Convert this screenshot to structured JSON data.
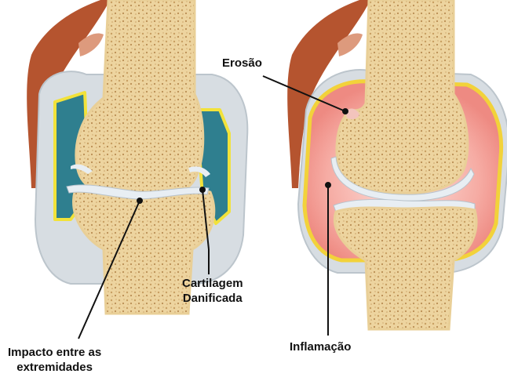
{
  "labels": {
    "erosao": "Erosão",
    "cartilagem_line1": "Cartilagem",
    "cartilagem_line2": "Danificada",
    "impacto_line1": "Impacto entre as",
    "impacto_line2": "extremidades",
    "inflamacao": "Inflamação"
  },
  "colors": {
    "bone": "#f2dfb0",
    "bone_dark": "#c59a5c",
    "muscle": "#b5542f",
    "capsule": "#d7dde2",
    "synovial_fluid_left": "#2f7f8f",
    "synovium_outline": "#f2e23a",
    "inflamed_area": "#f7a6a0",
    "cartilage": "#e8eef3",
    "leader_line": "#111111"
  }
}
